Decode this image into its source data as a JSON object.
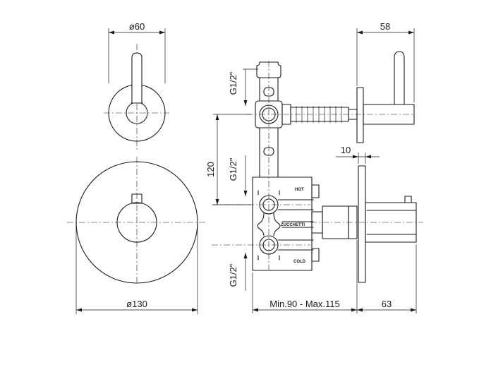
{
  "dimensions": {
    "top_dia": "ø60",
    "front_dia": "ø130",
    "handle_depth": "58",
    "thread_top": "G1/2\"",
    "thread_mid": "G1/2\"",
    "thread_bottom": "G1/2\"",
    "spacing": "120",
    "plate_thickness": "10",
    "depth_range": "Min.90  -  Max.115",
    "handle_length": "63"
  },
  "body_labels": {
    "hot": "HOT",
    "brand": "ZUCCHETTI",
    "cold": "COLD"
  }
}
